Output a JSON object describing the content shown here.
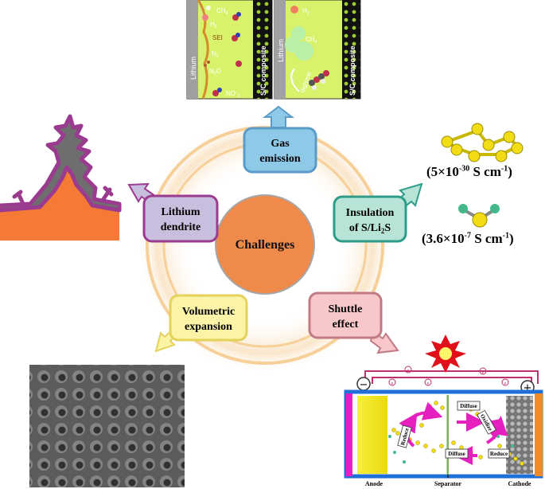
{
  "center": {
    "label": "Challenges"
  },
  "challenges": [
    {
      "id": "gas",
      "line1": "Gas",
      "line2": "emission",
      "fill": "#8ec9e8",
      "stroke": "#5a9bc8"
    },
    {
      "id": "insulation",
      "line1": "Insulation",
      "line2": "of S/Li",
      "sub": "2",
      "tail": "S",
      "fill": "#b7e4d6",
      "stroke": "#2e9c8a"
    },
    {
      "id": "shuttle",
      "line1": "Shuttle",
      "line2": "effect",
      "fill": "#f7c7c9",
      "stroke": "#c07b84"
    },
    {
      "id": "volumetric",
      "line1": "Volumetric",
      "line2": "expansion",
      "fill": "#fbf3a6",
      "stroke": "#e4d25a"
    },
    {
      "id": "dendrite",
      "line1": "Lithium",
      "line2": "dendrite",
      "fill": "#c8bedd",
      "stroke": "#9b3b8f"
    }
  ],
  "gas_panel": {
    "left": {
      "electrode": "Lithium",
      "composite": "S/C composite",
      "species": [
        "CH",
        "H",
        "SEI",
        "N",
        "N",
        "O",
        "NO"
      ]
    },
    "right": {
      "electrode": "Lithium",
      "composite": "S/C composite",
      "species": [
        "H",
        "CH",
        "diglyme"
      ]
    }
  },
  "conductivity": {
    "s8": {
      "pre": "(5×10",
      "exp": "-30",
      "post": " S cm",
      "exp2": "-1",
      "close": ")"
    },
    "li2s": {
      "pre": "(3.6×10",
      "exp": "-7",
      "post": "  S cm",
      "exp2": "-1",
      "close": ")"
    }
  },
  "cell": {
    "minus": "−",
    "plus": "+",
    "electron": "e",
    "labels": {
      "anode": "Anode",
      "separator": "Separator",
      "cathode": "Cathode"
    },
    "tags": [
      "Diffuse",
      "Oxidize",
      "Reduce",
      "Diffuse",
      "Reduce"
    ]
  },
  "colors": {
    "ring": "#f6d8b0",
    "center": "#f08a4b",
    "anode": "#f1e51e",
    "cathode": "#d77b1f"
  }
}
